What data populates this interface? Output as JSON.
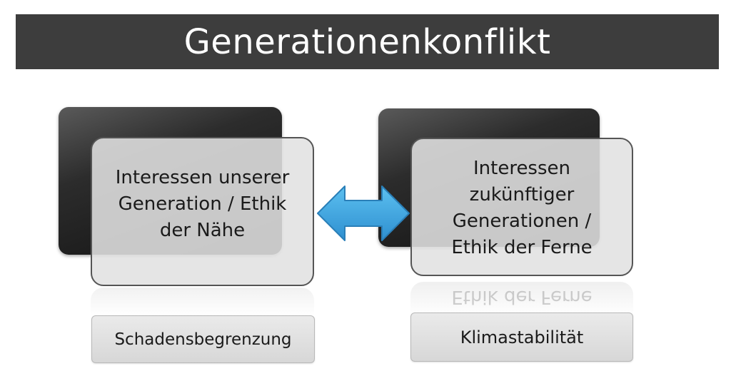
{
  "title": "Generationenkonflikt",
  "left": {
    "text": "Interessen unserer\nGeneration / Ethik\nder Nähe",
    "label": "Schadensbegrenzung"
  },
  "right": {
    "text": "Interessen\nzukünftiger\nGenerationen  /\nEthik der Ferne",
    "reflection": "Ethik der Ferne",
    "label": "Klimastabilität"
  },
  "colors": {
    "title_bar": "#3d3d3d",
    "arrow": "#3aa0dd"
  },
  "icons": {
    "connector": "double-headed-arrow-icon"
  }
}
